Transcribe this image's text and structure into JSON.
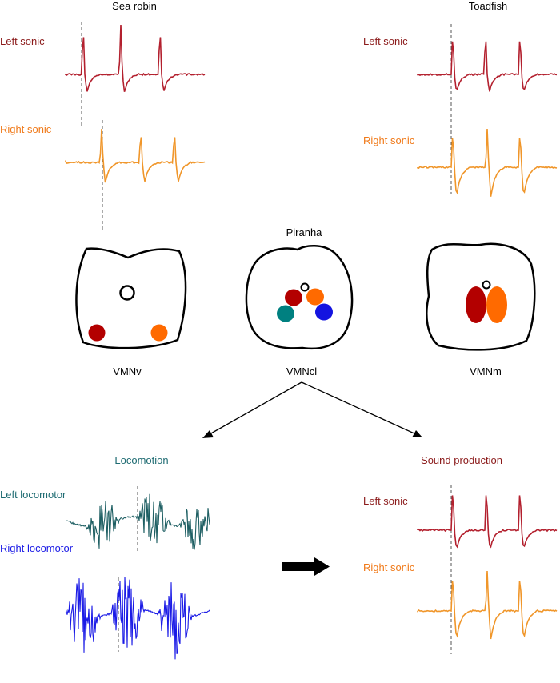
{
  "colors": {
    "left_sonic": "#b3202e",
    "right_sonic": "#f0962a",
    "left_locomotor": "#1e5f63",
    "right_locomotor": "#1a1ae6",
    "teal_nucleus": "#008080",
    "blue_nucleus": "#1414e0",
    "red_nucleus": "#b30000",
    "orange_nucleus": "#ff6a00",
    "locomotion_title": "#1e6b72",
    "sound_title": "#8b1a1a",
    "outline": "#000000"
  },
  "sea_robin": {
    "title": "Sea robin",
    "left_label": "Left sonic",
    "right_label": "Right sonic",
    "nucleus_label": "VMNv"
  },
  "toadfish": {
    "title": "Toadfish",
    "left_label": "Left sonic",
    "right_label": "Right sonic",
    "nucleus_label": "VMNm"
  },
  "piranha": {
    "title": "Piranha",
    "nucleus_label": "VMNcl"
  },
  "locomotion": {
    "title": "Locomotion",
    "left_label": "Left locomotor",
    "right_label": "Right locomotor"
  },
  "sound_production": {
    "title": "Sound production",
    "left_label": "Left sonic",
    "right_label": "Right sonic"
  },
  "icons": [
    "branch-arrow-left",
    "branch-arrow-right",
    "transition-arrow"
  ]
}
